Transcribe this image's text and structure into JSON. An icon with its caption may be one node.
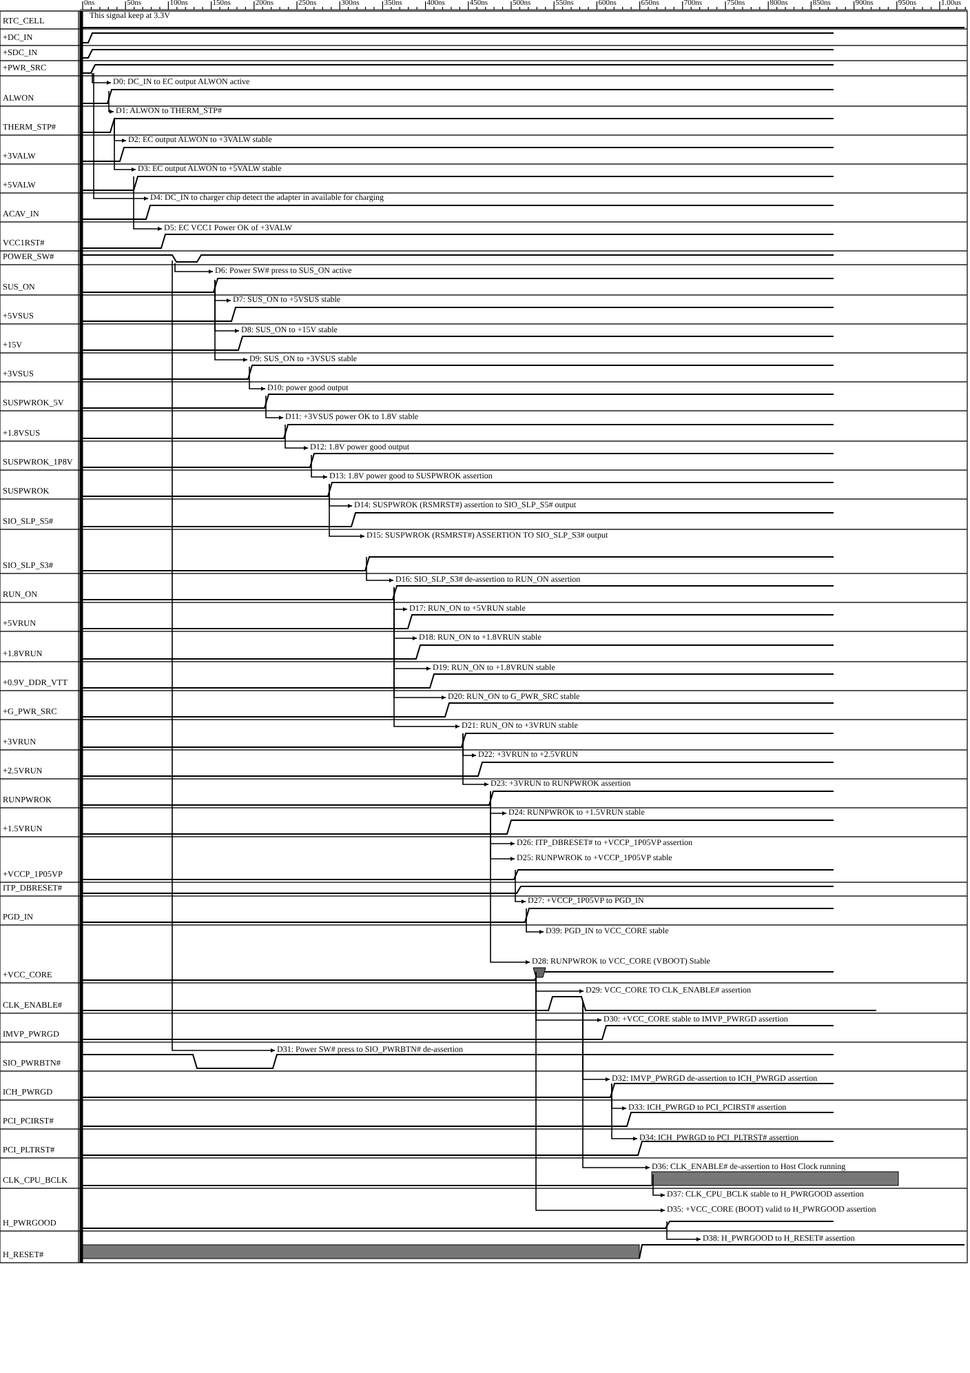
{
  "diagram": {
    "labels": [
      "0ns",
      "50ns",
      "100ns",
      "150ns",
      "200ns",
      "250ns",
      "300ns",
      "350ns",
      "400ns",
      "450ns",
      "500ns",
      "550ns",
      "600ns",
      "650ns",
      "700ns",
      "750ns",
      "800ns",
      "850ns",
      "900ns",
      "950ns",
      "1.00us",
      "RTC_CELL",
      "This signal keep at 3.3V",
      "+DC_IN",
      "+SDC_IN",
      "+PWR_SRC",
      "D0: DC_IN to EC output ALWON active",
      "ALWON",
      "D1: ALWON to THERM_STP#",
      "THERM_STP#",
      "D2: EC output ALWON to +3VALW stable",
      "+3VALW",
      "D3: EC output ALWON to +5VALW stable",
      "+5VALW",
      "D4: DC_IN to charger chip detect the adapter in available for charging",
      "ACAV_IN",
      "D5: EC VCC1 Power OK of +3VALW",
      "VCC1RST#",
      "POWER_SW#",
      "D6: Power SW# press to SUS_ON active",
      "SUS_ON",
      "D7: SUS_ON to +5VSUS stable",
      "+5VSUS",
      "D8: SUS_ON to +15V stable",
      "+15V",
      "D9: SUS_ON to +3VSUS stable",
      "+3VSUS",
      "D10: power good output",
      "SUSPWROK_5V",
      "D11: +3VSUS power OK to 1.8V stable",
      "+1.8VSUS",
      "D12: 1.8V power good output",
      "SUSPWROK_1P8V",
      "D13: 1.8V power good to SUSPWROK assertion",
      "SUSPWROK",
      "D14: SUSPWROK (RSMRST#) assertion to SIO_SLP_S5# output",
      "SIO_SLP_S5#",
      "D15: SUSPWROK (RSMRST#) ASSERTION TO SIO_SLP_S3# output",
      "SIO_SLP_S3#",
      "D16: SIO_SLP_S3# de-assertion to RUN_ON assertion",
      "RUN_ON",
      "D17: RUN_ON to +5VRUN stable",
      "+5VRUN",
      "D18: RUN_ON to +1.8VRUN stable",
      "+1.8VRUN",
      "D19: RUN_ON to +1.8VRUN stable",
      "+0.9V_DDR_VTT",
      "D20: RUN_ON to G_PWR_SRC stable",
      "+G_PWR_SRC",
      "D21: RUN_ON to +3VRUN stable",
      "+3VRUN",
      "D22: +3VRUN to +2.5VRUN",
      "+2.5VRUN",
      "D23: +3VRUN to RUNPWROK assertion",
      "RUNPWROK",
      "D24: RUNPWROK to +1.5VRUN stable",
      "+1.5VRUN",
      "D26: ITP_DBRESET# to +VCCP_1P05VP assertion",
      "D25: RUNPWROK to +VCCP_1P05VP stable",
      "+VCCP_1P05VP",
      "ITP_DBRESET#",
      "D27: +VCCP_1P05VP to PGD_IN",
      "PGD_IN",
      "D39: PGD_IN to VCC_CORE stable",
      "D28: RUNPWROK to VCC_CORE (VBOOT) Stable",
      "+VCC_CORE",
      "D29: VCC_CORE TO CLK_ENABLE# assertion",
      "CLK_ENABLE#",
      "D30: +VCC_CORE stable to IMVP_PWRGD assertion",
      "IMVP_PWRGD",
      "D31: Power SW# press to SIO_PWRBTN# de-assertion",
      "SIO_PWRBTN#",
      "D32: IMVP_PWRGD de-assertion to ICH_PWRGD assertion",
      "ICH_PWRGD",
      "D33: ICH_PWRGD to PCI_PCIRST# assertion",
      "PCI_PCIRST#",
      "D34: ICH_PWRGD to PCI_PLTRST# assertion",
      "PCI_PLTRST#",
      "D36: CLK_ENABLE# de-assertion to Host Clock running",
      "CLK_CPU_BCLK",
      "D37: CLK_CPU_BCLK stable to H_PWRGOOD assertion",
      "D35: +VCC_CORE (BOOT) valid to H_PWRGOOD assertion",
      "H_PWRGOOD",
      "D38: H_PWRGOOD to H_RESET# assertion",
      "H_RESET#"
    ]
  }
}
